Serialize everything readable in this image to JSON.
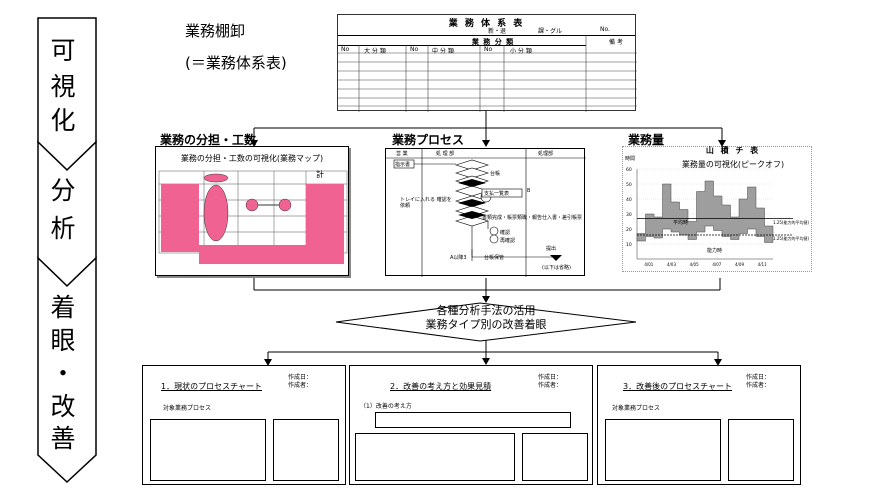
{
  "steps": [
    {
      "label": "可視化",
      "chars": [
        "可",
        "視",
        "化"
      ]
    },
    {
      "label": "分析",
      "chars": [
        "分",
        "析"
      ]
    },
    {
      "label": "着眼・改善",
      "chars": [
        "着",
        "眼",
        "・",
        "改",
        "善"
      ]
    }
  ],
  "inventory": {
    "title": "業務棚卸",
    "subtitle": "(＝業務体系表)",
    "doc_title": "業 務 体 系 表",
    "meta_left": "新・退",
    "meta_mid": "課・グル",
    "meta_right": "No.",
    "group_header": "業 務 分 類",
    "remarks_header": "備 考",
    "columns": [
      "No",
      "大 分 類",
      "No",
      "中 分 類",
      "No",
      "小 分 類"
    ]
  },
  "sections": {
    "allocation": {
      "heading": "業務の分担・工数",
      "caption": "業務の分担・工数の可視化(業務マップ)",
      "total": "計"
    },
    "process": {
      "heading": "業務プロセス",
      "col_main": "処 理 部",
      "col_side": "処理部",
      "col_left": "営 業",
      "nodes": [
        "指示書",
        "台帳",
        "支払一覧表",
        "B",
        "トレイに入れる 確認を依頼",
        "確認",
        "再確認"
      ],
      "note1": "書類完成・帳票類職・報告仕入書・差引帳票",
      "note2": "提出",
      "note3": "A以降3",
      "note4": "台帳保管",
      "footer": "(以下は省略)"
    },
    "volume": {
      "heading": "業務量",
      "caption_top": "山 積 チ 表",
      "caption": "業務量の可視化(ピークオフ)",
      "y_unit": "時間",
      "y_ticks": [
        "60",
        "50",
        "40",
        "30",
        "20",
        "10"
      ],
      "label_avg": "平均時",
      "label_cap": "能力時",
      "right_labels": [
        "1.25(能力的平均値)",
        "1.25(能力的平均値)"
      ],
      "x_ticks": [
        "4/01",
        "4/03",
        "4/05",
        "4/07",
        "4/09",
        "4/11"
      ]
    }
  },
  "center": {
    "line1": "各種分析手法の活用",
    "line2": "業務タイプ別の改善着眼"
  },
  "charts": [
    {
      "title": "1．現状のプロセスチャート",
      "created_date": "作成日：",
      "created_by": "作成者：",
      "subject": "対象業務プロセス"
    },
    {
      "title": "2．改善の考え方と効果見積",
      "created_date": "作成日：",
      "created_by": "作成者：",
      "subject": "（1）改善の考え方"
    },
    {
      "title": "3．改善後のプロセスチャート",
      "created_date": "作成日：",
      "created_by": "作成者：",
      "subject": "対象業務プロセス"
    }
  ],
  "colors": {
    "accent_pink": "#f06292",
    "grid_gray": "#777777"
  },
  "chart_data": {
    "type": "area",
    "ylabel": "時間",
    "ylim": [
      0,
      60
    ],
    "x": [
      "4/01",
      "4/03",
      "4/05",
      "4/07",
      "4/09",
      "4/11"
    ],
    "series": [
      {
        "name": "",
        "values": [
          17,
          30,
          28,
          50,
          38,
          33,
          25,
          45,
          52,
          42,
          36,
          28,
          40,
          48,
          34,
          22
        ]
      },
      {
        "name": "",
        "values": [
          12,
          15,
          14,
          20,
          18,
          16,
          13,
          18,
          22,
          19,
          15,
          13,
          17,
          20,
          15,
          11
        ]
      }
    ]
  }
}
